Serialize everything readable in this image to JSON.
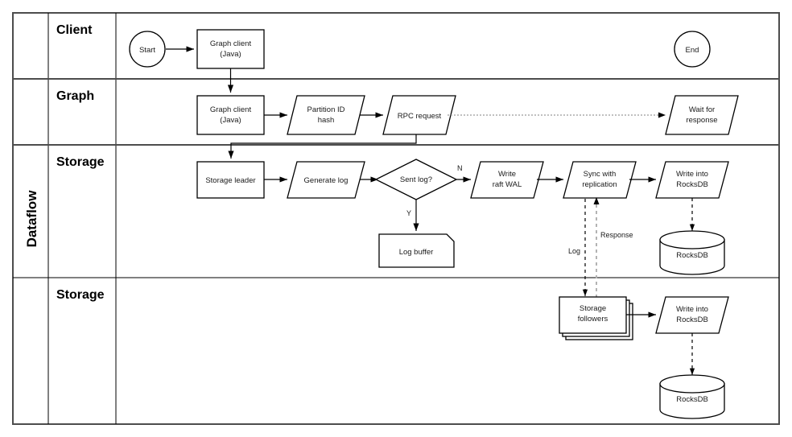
{
  "diagram": {
    "title": "Dataflow",
    "type": "swimlane-flowchart",
    "lanes": [
      {
        "id": "client",
        "label": "Client"
      },
      {
        "id": "graph",
        "label": "Graph"
      },
      {
        "id": "storage_leader",
        "label": "Storage"
      },
      {
        "id": "storage_follower",
        "label": "Storage"
      }
    ],
    "nodes": {
      "start": "Start",
      "end": "End",
      "client_graph_client_l1": "Graph client",
      "client_graph_client_l2": "(Java)",
      "graph_graph_client_l1": "Graph client",
      "graph_graph_client_l2": "(Java)",
      "partition_id_hash_l1": "Partition ID",
      "partition_id_hash_l2": "hash",
      "rpc_request": "RPC request",
      "wait_for_response_l1": "Wait for",
      "wait_for_response_l2": "response",
      "storage_leader": "Storage leader",
      "generate_log": "Generate log",
      "sent_log_decision": "Sent log?",
      "log_buffer": "Log buffer",
      "write_raft_wal_l1": "Write",
      "write_raft_wal_l2": "raft WAL",
      "sync_with_replication_l1": "Sync with",
      "sync_with_replication_l2": "replication",
      "write_into_rocksdb_leader_l1": "Write into",
      "write_into_rocksdb_leader_l2": "RocksDB",
      "rocksdb_leader": "RocksDB",
      "storage_followers_l1": "Storage",
      "storage_followers_l2": "followers",
      "write_into_rocksdb_follower_l1": "Write into",
      "write_into_rocksdb_follower_l2": "RocksDB",
      "rocksdb_follower": "RocksDB"
    },
    "edge_labels": {
      "decision_no": "N",
      "decision_yes": "Y",
      "log": "Log",
      "response": "Response"
    },
    "colors": {
      "stroke": "#000000",
      "lane_border": "#4d4d4d",
      "response_arrow": "#b3b3b3",
      "background": "#ffffff",
      "text": "#1a1a1a"
    }
  }
}
